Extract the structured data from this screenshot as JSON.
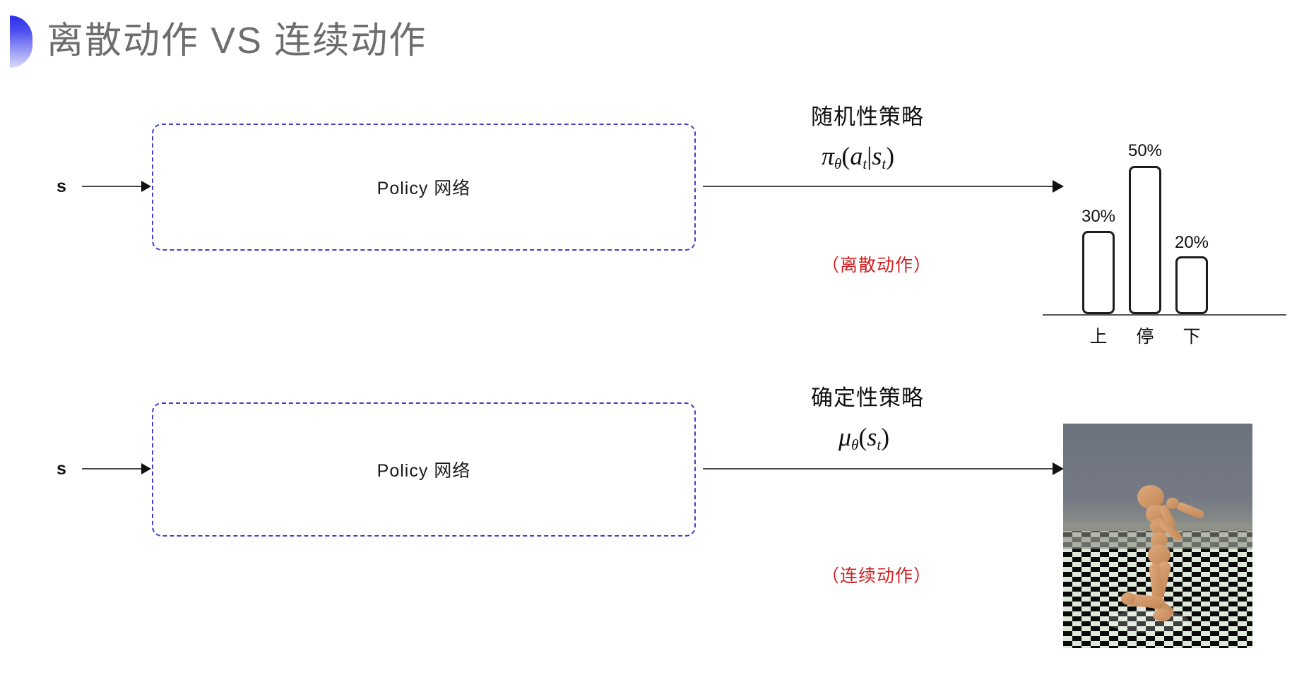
{
  "slide": {
    "title": "离散动作 VS 连续动作",
    "accent_gradient_top": "#2b2ce8",
    "accent_gradient_bottom": "#d9daf9",
    "title_color": "#6d6d6d",
    "box_border_color": "#4041c8",
    "red_note_color": "#d21f21"
  },
  "rows": [
    {
      "id": "discrete",
      "input_label": "s",
      "box_label": "Policy 网络",
      "annotation_title": "随机性策略",
      "annotation_formula": "πθ(at|st)",
      "annotation_formula_parts": {
        "symbol": "π",
        "subscript": "θ",
        "args": "(at|st)"
      },
      "red_note": "（离散动作）",
      "output_kind": "bar-chart"
    },
    {
      "id": "continuous",
      "input_label": "s",
      "box_label": "Policy 网络",
      "annotation_title": "确定性策略",
      "annotation_formula": "μθ(st)",
      "annotation_formula_parts": {
        "symbol": "μ",
        "subscript": "θ",
        "args": "(st)"
      },
      "red_note": "（连续动作）",
      "output_kind": "humanoid-sim-image"
    }
  ],
  "chart_data": {
    "type": "bar",
    "title": "",
    "xlabel": "",
    "ylabel": "",
    "categories": [
      "上",
      "停",
      "下"
    ],
    "values": [
      30,
      50,
      20
    ],
    "value_labels": [
      "30%",
      "50%",
      "20%"
    ],
    "ylim": [
      0,
      60
    ],
    "grid": false,
    "legend": "none",
    "bar_fill": "#ffffff",
    "bar_stroke": "#1c1c1c",
    "axis_color": "#555555"
  },
  "humanoid": {
    "caption": "MuJoCo humanoid on checkerboard floor",
    "sky_color": "#6f7580",
    "body_color": "#d99b6c",
    "floor_light": "#dce8d8",
    "floor_dark": "#0a0a0a"
  }
}
